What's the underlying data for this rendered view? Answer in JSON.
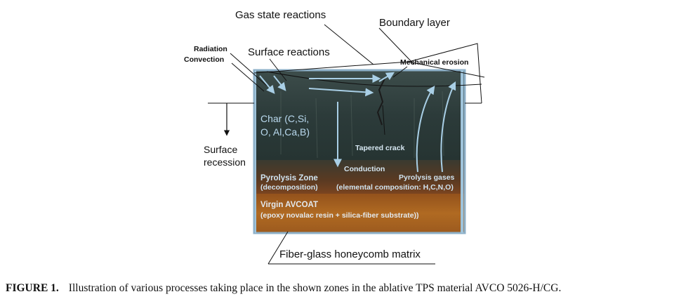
{
  "diagram": {
    "labels": {
      "gas_state_reactions": "Gas state reactions",
      "boundary_layer": "Boundary layer",
      "radiation": "Radiation",
      "convection": "Convection",
      "surface_reactions": "Surface reactions",
      "mechanical_erosion": "Mechanical erosion",
      "char_line1": "Char (C,Si,",
      "char_line2": "O, Al,Ca,B)",
      "tapered_crack": "Tapered crack",
      "surface_line1": "Surface",
      "surface_line2": "recession",
      "conduction": "Conduction",
      "pyrolysis_zone": "Pyrolysis Zone",
      "decomposition": "(decomposition)",
      "pyrolysis_gases": "Pyrolysis gases",
      "elemental_composition": "(elemental composition: H,C,N,O)",
      "virgin_avcoat": "Virgin AVCOAT",
      "epoxy": "(epoxy novalac resin + silica-fiber substrate))",
      "honeycomb": "Fiber-glass honeycomb matrix"
    },
    "colors": {
      "char": "#2c3b3a",
      "pyrolysis": "#5a3a22",
      "virgin": "#a8621d",
      "frame": "#8db0c8",
      "arrow": "#a9cfe6"
    }
  },
  "caption": {
    "number": "FIGURE 1.",
    "text": "Illustration of various processes taking place in the shown zones in the ablative TPS material AVCO 5026-H/CG."
  }
}
